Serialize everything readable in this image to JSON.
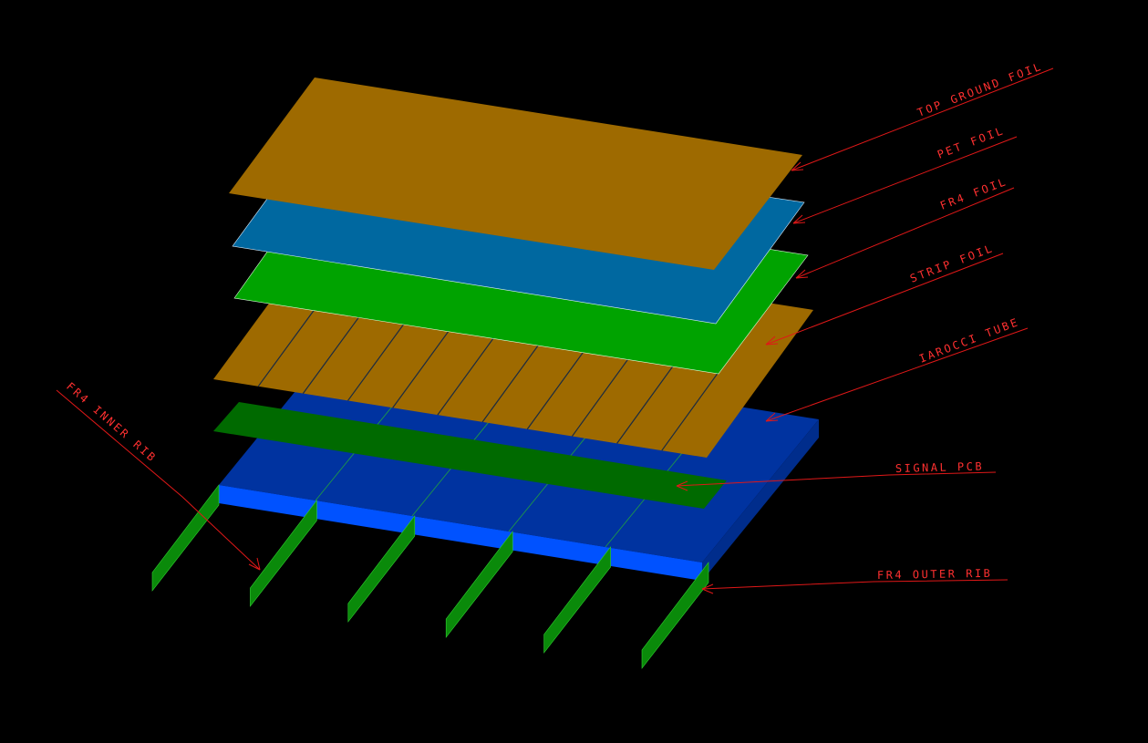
{
  "labels": {
    "top_ground_foil": "TOP GROUND FOIL",
    "pet_foil": "PET FOIL",
    "fr4_foil": "FR4 FOIL",
    "strip_foil": "STRIP FOIL",
    "iarocci_tube": "IAROCCI TUBE",
    "signal_pcb": "SIGNAL PCB",
    "fr4_outer_rib": "FR4 OUTER RIB",
    "fr4_inner_rib": "FR4 INNER RIB"
  },
  "colors": {
    "background": "#000000",
    "copper": "#9e6a00",
    "pet": "#0068a0",
    "fr4": "#00a300",
    "tube_top": "#0033a0",
    "tube_front": "#0052ff",
    "tube_side": "#002d8c",
    "pcb": "#006a00",
    "rib": "#0a8a0a",
    "leader": "#e01818"
  }
}
